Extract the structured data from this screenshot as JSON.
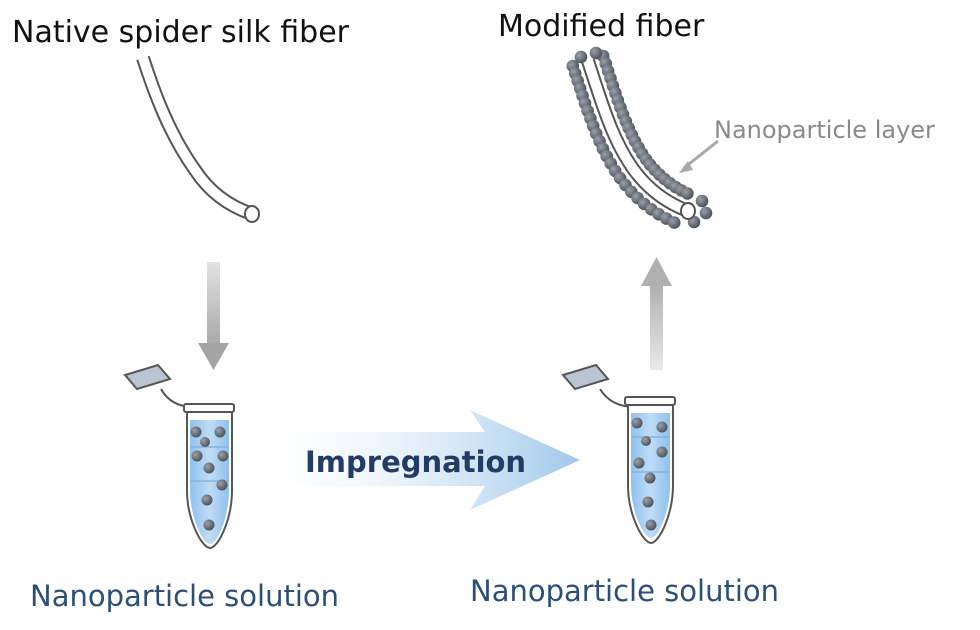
{
  "labels": {
    "native_fiber": "Native spider silk fiber",
    "modified_fiber": "Modified fiber",
    "nanoparticle_layer": "Nanoparticle layer",
    "process": "Impregnation",
    "solution_left": "Nanoparticle solution",
    "solution_right": "Nanoparticle solution"
  },
  "colors": {
    "text_dark": "#111111",
    "text_blue": "#2c4f78",
    "process_text": "#243b63",
    "annotation_gray": "#8a8a8a",
    "arrow_gray": "#b8b8b8",
    "process_arrow": "#bcd7ee",
    "solution_blue": "#a9d0f2",
    "particle": "#5f6570",
    "fiber_stroke": "#555555"
  }
}
